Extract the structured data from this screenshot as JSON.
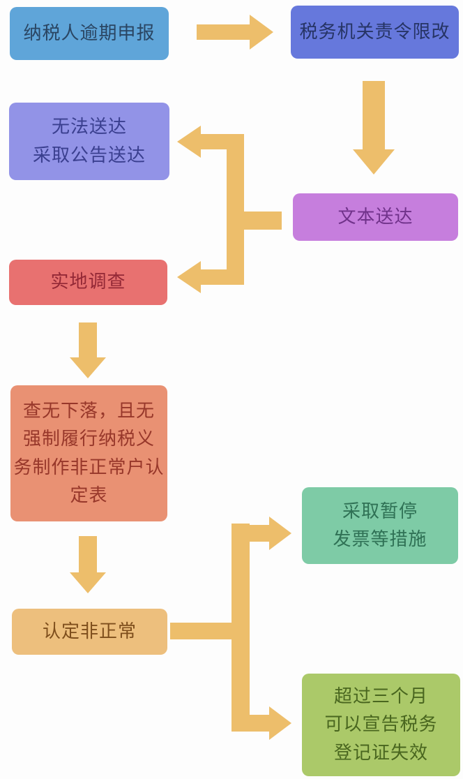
{
  "diagram": {
    "type": "flowchart",
    "title": "",
    "background": "#fdfdfd",
    "arrow_color": "#edbe6b",
    "nodes": [
      {
        "id": "taxpayer-overdue-declaration",
        "label": "纳税人逾期申报",
        "fill": "#5fa5d9",
        "text_color": "#2a4562"
      },
      {
        "id": "tax-authority-order-correction",
        "label": "税务机关责令限改",
        "fill": "#6678dc",
        "text_color": "#263465"
      },
      {
        "id": "unable-to-serve-public-notice",
        "label": "无法送达\n采取公告送达",
        "fill": "#9293e7",
        "text_color": "#3a3f8f"
      },
      {
        "id": "document-service",
        "label": "文本送达",
        "fill": "#c67edd",
        "text_color": "#70328a"
      },
      {
        "id": "field-investigation",
        "label": "实地调查",
        "fill": "#e87170",
        "text_color": "#932836"
      },
      {
        "id": "abnormal-household-form",
        "label": "查无下落，且无\n强制履行纳税义\n务制作非正常户认\n定表",
        "fill": "#e99173",
        "text_color": "#97372a"
      },
      {
        "id": "determine-abnormal",
        "label": "认定非正常",
        "fill": "#edbf7d",
        "text_color": "#7e4e1c"
      },
      {
        "id": "suspend-invoice-measures",
        "label": "采取暂停\n发票等措施",
        "fill": "#7ecba6",
        "text_color": "#2f7155"
      },
      {
        "id": "invalidate-tax-registration",
        "label": "超过三个月\n可以宣告税务\n登记证失效",
        "fill": "#abc969",
        "text_color": "#49661f"
      }
    ],
    "edges": [
      {
        "from": "taxpayer-overdue-declaration",
        "to": "tax-authority-order-correction"
      },
      {
        "from": "tax-authority-order-correction",
        "to": "document-service"
      },
      {
        "from": "document-service",
        "to": "unable-to-serve-public-notice"
      },
      {
        "from": "document-service",
        "to": "field-investigation"
      },
      {
        "from": "field-investigation",
        "to": "abnormal-household-form"
      },
      {
        "from": "abnormal-household-form",
        "to": "determine-abnormal"
      },
      {
        "from": "determine-abnormal",
        "to": "suspend-invoice-measures"
      },
      {
        "from": "determine-abnormal",
        "to": "invalidate-tax-registration"
      }
    ]
  }
}
